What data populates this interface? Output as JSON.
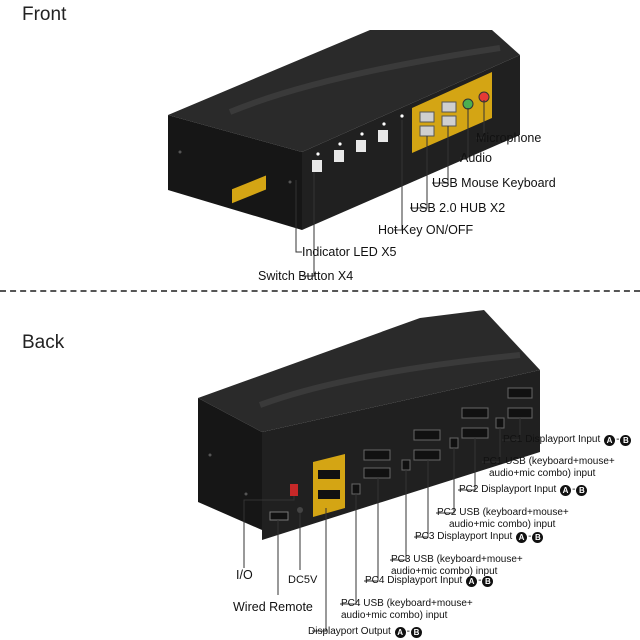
{
  "front": {
    "heading": "Front",
    "labels": {
      "microphone": "Microphone",
      "audio": "Audio",
      "usb_mouse_keyboard": "USB Mouse Keyboard",
      "usb_hub": "USB 2.0 HUB X2",
      "hot_key": "Hot Key ON/OFF",
      "indicator_led": "Indicator LED X5",
      "switch_button": "Switch Button X4"
    }
  },
  "back": {
    "heading": "Back",
    "labels": {
      "pc1_dp_a": "PC1 Displayport Input",
      "pc1_usb_1": "PC1 USB (keyboard+mouse+",
      "pc1_usb_2": "audio+mic combo) input",
      "pc2_dp": "PC2 Displayport Input",
      "pc2_usb_1": "PC2 USB (keyboard+mouse+",
      "pc2_usb_2": "audio+mic combo) input",
      "pc3_dp": "PC3 Displayport Input",
      "pc3_usb_1": "PC3 USB (keyboard+mouse+",
      "pc3_usb_2": "audio+mic combo) input",
      "pc4_dp": "PC4 Displayport Input",
      "pc4_usb_1": "PC4 USB (keyboard+mouse+",
      "pc4_usb_2": "audio+mic combo) input",
      "dp_output": "Displayport Output",
      "io": "I/O",
      "dc5v": "DC5V",
      "wired_remote": "Wired Remote"
    },
    "badges": {
      "a": "A",
      "b": "B",
      "sep": "-"
    }
  },
  "colors": {
    "device_body": "#1b1b1b",
    "panel_accent": "#d4a514",
    "line": "#333333"
  }
}
